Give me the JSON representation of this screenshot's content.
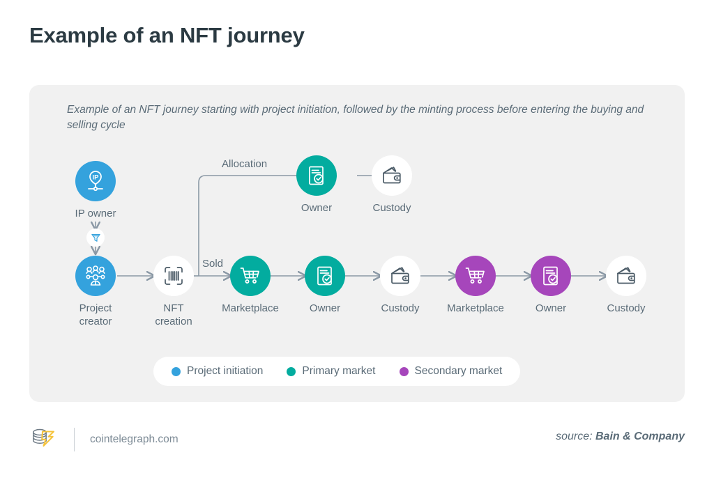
{
  "title": "Example of an NFT journey",
  "panel": {
    "subtitle": "Example of an NFT journey starting with project initiation, followed by the minting process before entering the buying and selling cycle"
  },
  "colors": {
    "project_initiation": "#34a2dd",
    "primary_market": "#03ac9f",
    "secondary_market": "#a646bb",
    "neutral_white": "#ffffff",
    "line": "#8a98a5",
    "text": "#5a6b77",
    "title": "#2b3a42",
    "panel_bg": "#f1f1f1",
    "logo_accent": "#f5c33b"
  },
  "diagram": {
    "nodes": [
      {
        "id": "ip-owner",
        "label": "IP owner",
        "icon": "ip-pin-icon",
        "color": "project_initiation",
        "row": "top-left"
      },
      {
        "id": "funnel",
        "label": "",
        "icon": "funnel-icon",
        "color": "neutral_white",
        "row": "connector"
      },
      {
        "id": "project-creator",
        "label": "Project\ncreator",
        "icon": "people-group-icon",
        "color": "project_initiation",
        "row": "main"
      },
      {
        "id": "nft-creation",
        "label": "NFT\ncreation",
        "icon": "barcode-scan-icon",
        "color": "neutral_white",
        "row": "main"
      },
      {
        "id": "marketplace-1",
        "label": "Marketplace",
        "icon": "shopping-cart-icon",
        "color": "primary_market",
        "row": "main"
      },
      {
        "id": "owner-1",
        "label": "Owner",
        "icon": "certificate-icon",
        "color": "primary_market",
        "row": "main"
      },
      {
        "id": "custody-1",
        "label": "Custody",
        "icon": "wallet-icon",
        "color": "neutral_white",
        "row": "main"
      },
      {
        "id": "marketplace-2",
        "label": "Marketplace",
        "icon": "shopping-cart-icon",
        "color": "secondary_market",
        "row": "main"
      },
      {
        "id": "owner-2",
        "label": "Owner",
        "icon": "certificate-icon",
        "color": "secondary_market",
        "row": "main"
      },
      {
        "id": "custody-2",
        "label": "Custody",
        "icon": "wallet-icon",
        "color": "neutral_white",
        "row": "main"
      },
      {
        "id": "owner-top",
        "label": "Owner",
        "icon": "certificate-icon",
        "color": "primary_market",
        "row": "top"
      },
      {
        "id": "custody-top",
        "label": "Custody",
        "icon": "wallet-icon",
        "color": "neutral_white",
        "row": "top"
      }
    ],
    "edge_labels": {
      "allocation": "Allocation",
      "sold": "Sold"
    },
    "labels": {
      "ip_owner": "IP owner",
      "project_creator_line1": "Project",
      "project_creator_line2": "creator",
      "nft_creation_line1": "NFT",
      "nft_creation_line2": "creation",
      "marketplace": "Marketplace",
      "owner": "Owner",
      "custody": "Custody"
    }
  },
  "legend": {
    "items": [
      {
        "label": "Project initiation",
        "color": "#34a2dd"
      },
      {
        "label": "Primary market",
        "color": "#03ac9f"
      },
      {
        "label": "Secondary market",
        "color": "#a646bb"
      }
    ]
  },
  "footer": {
    "site": "cointelegraph.com",
    "source_prefix": "source: ",
    "source_name": "Bain & Company"
  }
}
